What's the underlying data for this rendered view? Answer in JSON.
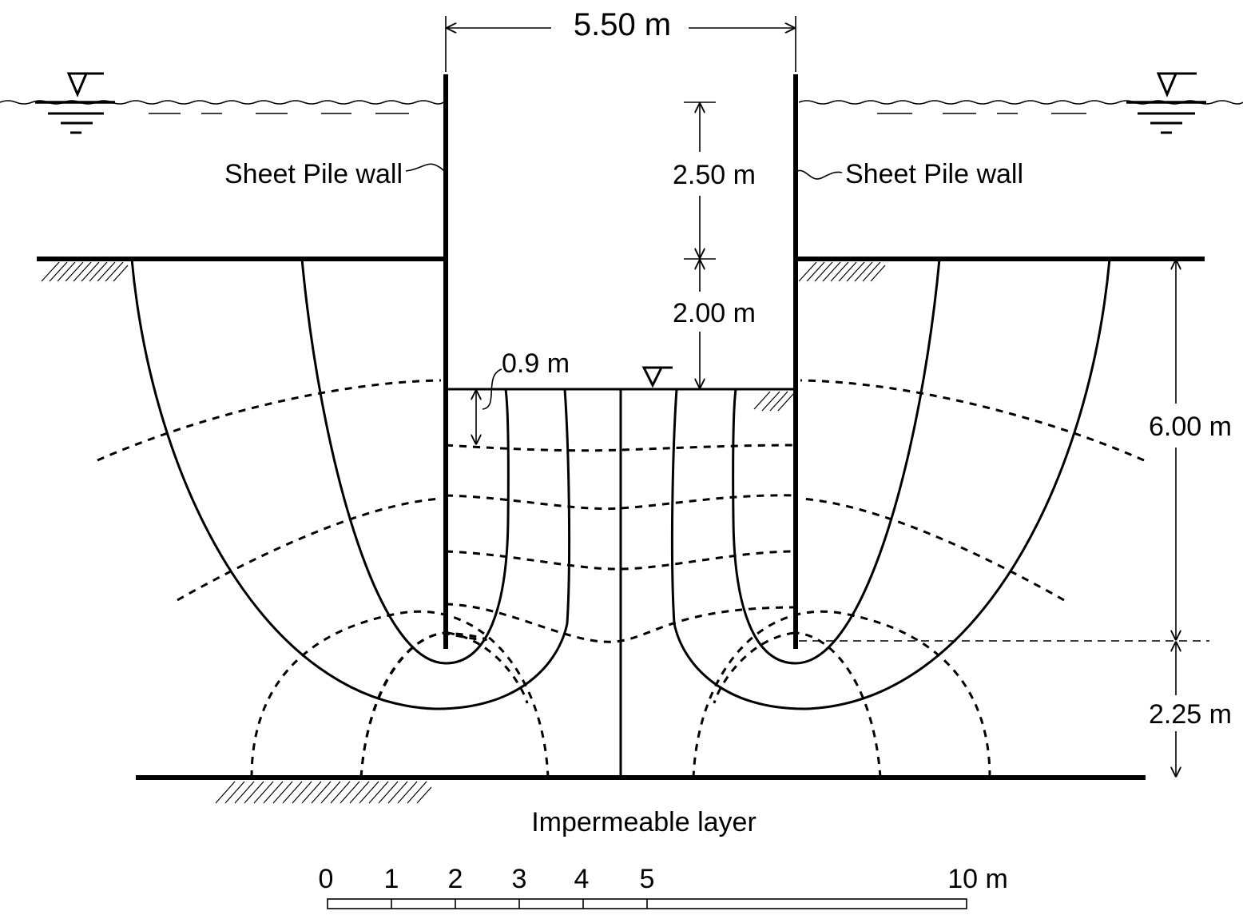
{
  "labels": {
    "width_dim": "5.50 m",
    "upper_water_depth": "2.50 m",
    "excavation_depth": "2.00 m",
    "head_drop": "0.9 m",
    "embedment": "6.00 m",
    "below_tip": "2.25 m",
    "left_wall": "Sheet Pile wall",
    "right_wall": "Sheet Pile wall",
    "impermeable": "Impermeable layer"
  },
  "scale_bar": {
    "ticks": [
      "0",
      "1",
      "2",
      "3",
      "4",
      "5",
      "10 m"
    ]
  },
  "symbols": {
    "water_table_icon": "inverted-triangle",
    "soil_hatch": "diagonal-hatching"
  }
}
